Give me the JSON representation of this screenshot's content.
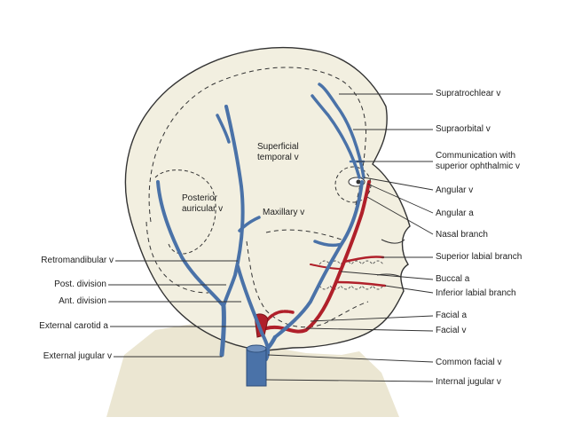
{
  "labels": {
    "supratrochlear_v": "Supratrochlear v",
    "supraorbital_v": "Supraorbital v",
    "communication_line1": "Communication with",
    "communication_line2": "superior ophthalmic v",
    "angular_v": "Angular v",
    "angular_a": "Angular a",
    "nasal_branch": "Nasal branch",
    "superior_labial_branch": "Superior labial branch",
    "buccal_a": "Buccal a",
    "inferior_labial_branch": "Inferior labial branch",
    "facial_a": "Facial a",
    "facial_v": "Facial v",
    "common_facial_v": "Common facial v",
    "internal_jugular_v": "Internal jugular v",
    "retromandibular_v": "Retromandibular v",
    "post_division": "Post. division",
    "ant_division": "Ant. division",
    "external_carotid_a": "External carotid a",
    "external_jugular_v": "External jugular v",
    "superficial_line1": "Superficial",
    "superficial_line2": "temporal v",
    "posterior_line1": "Posterior",
    "posterior_line2": "auricular v",
    "maxillary_v": "Maxillary v"
  },
  "colors": {
    "skin": "#f2efe0",
    "outline": "#333333",
    "vein": "#4a72a8",
    "artery": "#b0202a",
    "leader": "#333333"
  }
}
